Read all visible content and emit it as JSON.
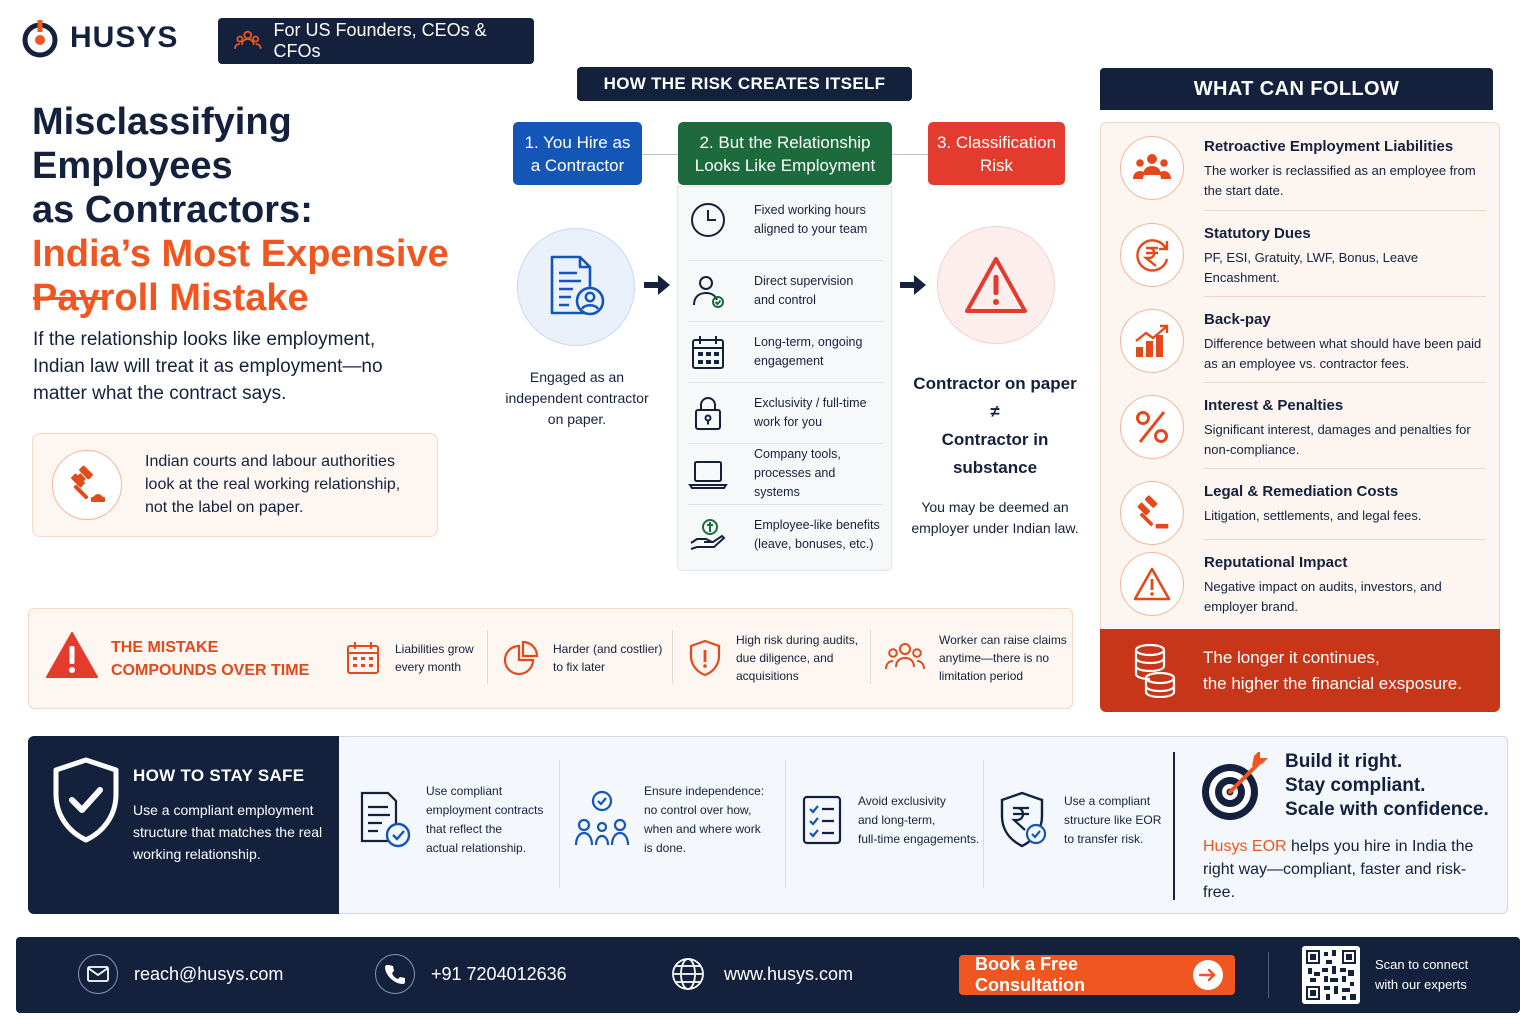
{
  "brand": {
    "name": "HUSYS",
    "audience": "For US Founders, CEOs & CFOs"
  },
  "title": {
    "line1": "Misclassifying Employees",
    "line2": "as Contractors:",
    "line3": "India’s Most Expensive",
    "line4": "Payroll Mistake"
  },
  "lead": "If the relationship looks like employment, Indian law will treat it as employment—no matter what the contract says.",
  "courts_note": "Indian courts and labour authorities look at the real working relationship, not the label on paper.",
  "process": {
    "banner": "HOW THE RISK CREATES ITSELF",
    "step1": {
      "line1": "1. You Hire as",
      "line2": "a Contractor",
      "desc": "Engaged as an independent contractor on paper."
    },
    "step2": {
      "line1": "2. But the Relationship",
      "line2": "Looks Like Employment"
    },
    "step3": {
      "line1": "3. Classification",
      "line2": "Risk"
    },
    "indicators": [
      {
        "icon": "clock-icon",
        "line1": "Fixed working hours",
        "line2": "aligned to your team"
      },
      {
        "icon": "supervisor-icon",
        "line1": "Direct supervision",
        "line2": "and control"
      },
      {
        "icon": "calendar-icon",
        "line1": "Long-term, ongoing",
        "line2": "engagement"
      },
      {
        "icon": "lock-icon",
        "line1": "Exclusivity / full-time",
        "line2": "work for you"
      },
      {
        "icon": "laptop-icon",
        "line1": "Company tools,",
        "line2": "processes and systems"
      },
      {
        "icon": "benefits-hand-icon",
        "line1": "Employee-like benefits",
        "line2": "(leave, bonuses, etc.)"
      }
    ],
    "outcome": {
      "line1": "Contractor on paper",
      "neq": "≠",
      "line2": "Contractor in",
      "line3": "substance",
      "desc": "You may be deemed an employer under Indian law."
    }
  },
  "follow": {
    "heading": "WHAT CAN FOLLOW",
    "items": [
      {
        "icon": "people-group-icon",
        "title": "Retroactive Employment Liabilities",
        "desc": "The worker is reclassified as an employee from the start date."
      },
      {
        "icon": "rupee-cycle-icon",
        "title": "Statutory Dues",
        "desc": "PF, ESI, Gratuity, LWF, Bonus, Leave Encashment."
      },
      {
        "icon": "growth-chart-icon",
        "title": "Back-pay",
        "desc": "Difference between what should have been paid as an employee vs. contractor fees."
      },
      {
        "icon": "percent-icon",
        "title": "Interest & Penalties",
        "desc": "Significant interest, damages and penalties for non-compliance."
      },
      {
        "icon": "gavel-icon",
        "title": "Legal & Remediation Costs",
        "desc": "Litigation, settlements, and legal fees."
      },
      {
        "icon": "warning-icon",
        "title": "Reputational Impact",
        "desc": "Negative impact on audits, investors, and employer brand."
      }
    ],
    "longer": {
      "line1": "The longer it continues,",
      "line2": "the higher the financial exsposure."
    }
  },
  "mistake": {
    "title_line1": "THE MISTAKE",
    "title_line2": "COMPOUNDS OVER TIME",
    "items": [
      {
        "icon": "calendar-grid-icon",
        "line1": "Liabilities grow",
        "line2": "every month",
        "line3": ""
      },
      {
        "icon": "pie-chart-icon",
        "line1": "Harder (and costlier)",
        "line2": "to fix later",
        "line3": ""
      },
      {
        "icon": "shield-alert-icon",
        "line1": "High risk during audits,",
        "line2": "due diligence, and",
        "line3": "acquisitions"
      },
      {
        "icon": "people-icon",
        "line1": "Worker can raise claims",
        "line2": "anytime—there is no",
        "line3": "limitation period"
      }
    ]
  },
  "safe": {
    "title": "HOW TO STAY SAFE",
    "desc": "Use a compliant employment structure that matches the real working relationship.",
    "items": [
      {
        "icon": "contract-check-icon",
        "line1": "Use compliant",
        "line2": "employment contracts",
        "line3": "that reflect the",
        "line4": "actual relationship."
      },
      {
        "icon": "independence-people-icon",
        "line1": "Ensure independence:",
        "line2": "no control over how,",
        "line3": "when and where work",
        "line4": "is done."
      },
      {
        "icon": "checklist-icon",
        "line1": "Avoid exclusivity",
        "line2": "and long-term,",
        "line3": "full-time engagements.",
        "line4": ""
      },
      {
        "icon": "rupee-shield-icon",
        "line1": "Use a compliant",
        "line2": "structure like EOR",
        "line3": "to transfer risk.",
        "line4": ""
      }
    ],
    "build": {
      "line1": "Build it right.",
      "line2": "Stay compliant.",
      "line3": "Scale with confidence."
    },
    "eor_brand": "Husys EOR",
    "eor_rest": " helps you hire in India the right way—compliant, faster and risk-free."
  },
  "footer": {
    "email": "reach@husys.com",
    "phone": "+91 7204012636",
    "website": "www.husys.com",
    "cta": "Book a Free Consultation",
    "scan_line1": "Scan to connect",
    "scan_line2": "with our experts"
  },
  "colors": {
    "navy": "#14213d",
    "orange": "#f0561f",
    "blue": "#1456b8",
    "green": "#1d6b3c",
    "red": "#e33b2e",
    "rust": "#c8361a"
  }
}
